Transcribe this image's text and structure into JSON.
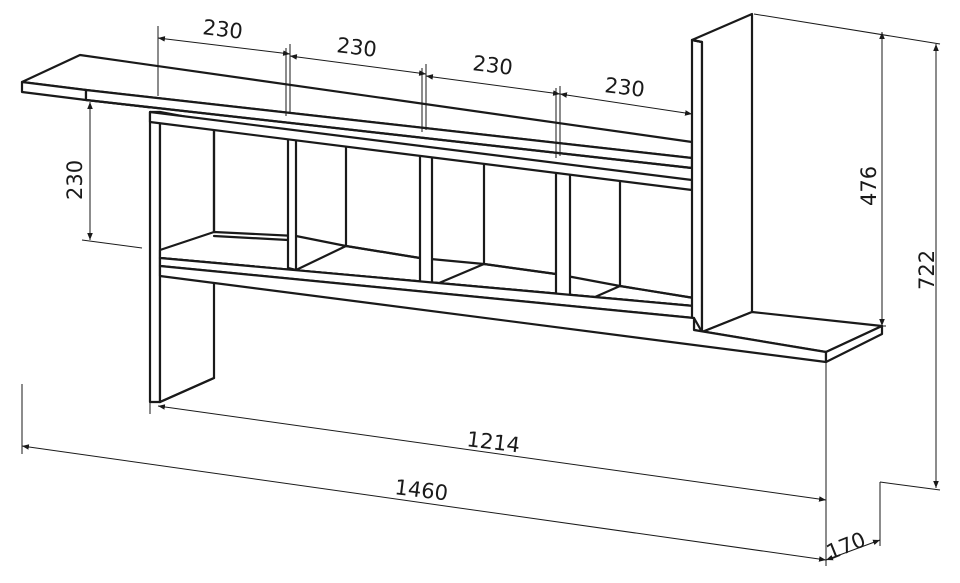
{
  "drawing": {
    "dimensions": {
      "cell_1_width": "230",
      "cell_2_width": "230",
      "cell_3_width": "230",
      "cell_4_width": "230",
      "cell_height": "230",
      "upright_height": "476",
      "total_height": "722",
      "inner_length": "1214",
      "total_length": "1460",
      "depth": "170"
    }
  }
}
